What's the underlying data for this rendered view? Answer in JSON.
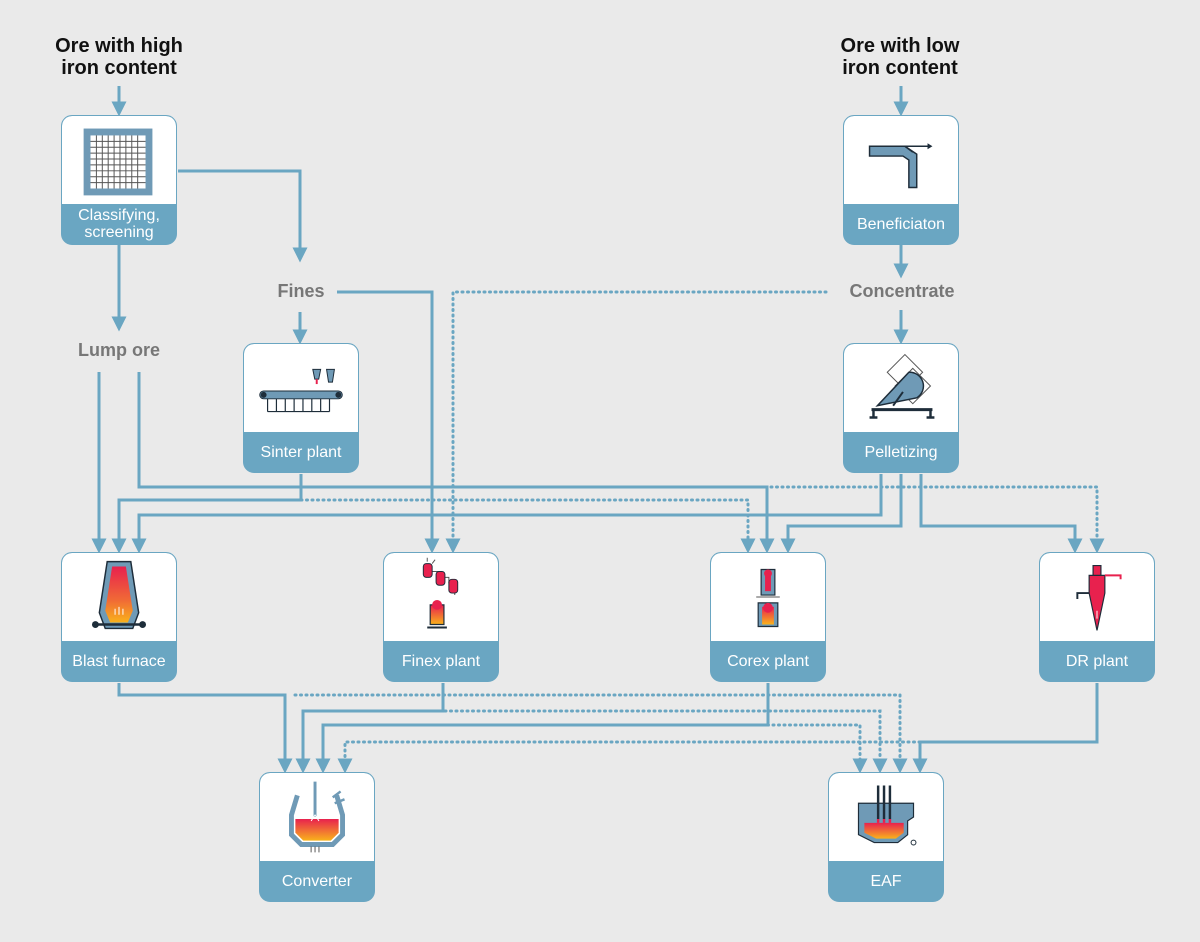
{
  "sources": {
    "high": {
      "line1": "Ore with high",
      "line2": "iron content"
    },
    "low": {
      "line1": "Ore with low",
      "line2": "iron content"
    }
  },
  "labels": {
    "fines": "Fines",
    "lump_ore": "Lump ore",
    "concentrate": "Concentrate"
  },
  "nodes": {
    "classifying": {
      "line1": "Classifying,",
      "line2": "screening",
      "icon": "screen-grid-icon"
    },
    "beneficiation": {
      "label": "Beneficiaton",
      "icon": "chute-icon"
    },
    "sinter": {
      "label": "Sinter plant",
      "icon": "sinter-conveyor-icon"
    },
    "pelletizing": {
      "label": "Pelletizing",
      "icon": "pelletizing-disc-icon"
    },
    "blast_furnace": {
      "label": "Blast furnace",
      "icon": "blast-furnace-icon"
    },
    "finex": {
      "label": "Finex plant",
      "icon": "finex-reactors-icon"
    },
    "corex": {
      "label": "Corex plant",
      "icon": "corex-shaft-icon"
    },
    "dr": {
      "label": "DR plant",
      "icon": "dr-shaft-icon"
    },
    "converter": {
      "label": "Converter",
      "icon": "converter-vessel-icon"
    },
    "eaf": {
      "label": "EAF",
      "icon": "electric-arc-furnace-icon"
    }
  },
  "colors": {
    "flow": "#6aa6c2",
    "node": "#6aa6c2",
    "background": "#eaeaea",
    "hot_red": "#e8214e",
    "hot_yellow": "#f9b21b",
    "steel": "#6f9ab6"
  }
}
